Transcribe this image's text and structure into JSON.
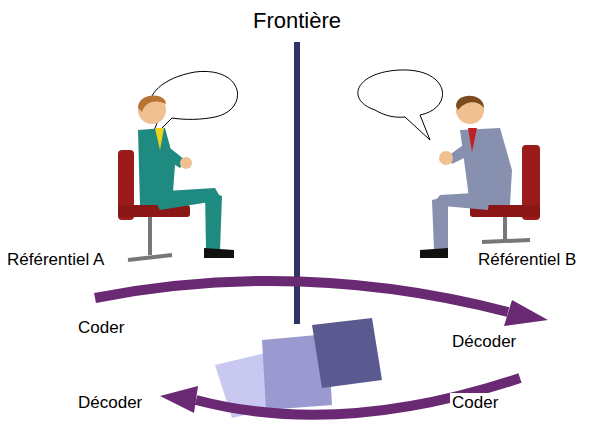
{
  "diagram": {
    "title": "Frontière",
    "labels": [
      "Référentiel A",
      "Référentiel B",
      "Coder",
      "Décoder",
      "Décoder",
      "Coder"
    ]
  }
}
